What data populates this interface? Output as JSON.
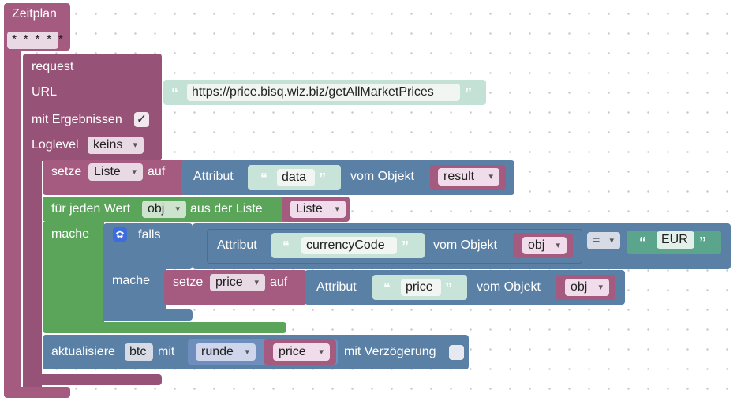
{
  "schedule": {
    "label": "Zeitplan",
    "cron": "* * * * *"
  },
  "request": {
    "label": "request",
    "url_label": "URL",
    "url_value": "https://price.bisq.wiz.biz/getAllMarketPrices",
    "with_results_label": "mit Ergebnissen",
    "with_results_checked": "✓",
    "loglevel_label": "Loglevel",
    "loglevel_value": "keins"
  },
  "set_list": {
    "label_set": "setze",
    "var": "Liste",
    "label_to": "auf",
    "attr_label": "Attribut",
    "attr_name": "data",
    "from_obj_label": "vom Objekt",
    "obj_var": "result"
  },
  "for_each": {
    "label": "für jeden Wert",
    "var": "obj",
    "from_list_label": "aus der Liste",
    "list_var": "Liste",
    "do_label": "mache"
  },
  "if_block": {
    "label": "falls",
    "attr_label": "Attribut",
    "attr_name": "currencyCode",
    "from_obj_label": "vom Objekt",
    "obj_var": "obj",
    "operator": "=",
    "compare_value": "EUR",
    "do_label": "mache"
  },
  "set_price": {
    "label_set": "setze",
    "var": "price",
    "label_to": "auf",
    "attr_label": "Attribut",
    "attr_name": "price",
    "from_obj_label": "vom Objekt",
    "obj_var": "obj"
  },
  "update": {
    "label": "aktualisiere",
    "state": "btc",
    "with_label": "mit",
    "round_label": "runde",
    "value_var": "price",
    "delay_label": "mit Verzögerung"
  },
  "quote_open": "“",
  "quote_close": "”",
  "colors": {
    "procedure_purple": "#a55b80",
    "logic_slate": "#5b80a5",
    "loop_green": "#5ba55b",
    "text_teal": "#5ba58c"
  }
}
